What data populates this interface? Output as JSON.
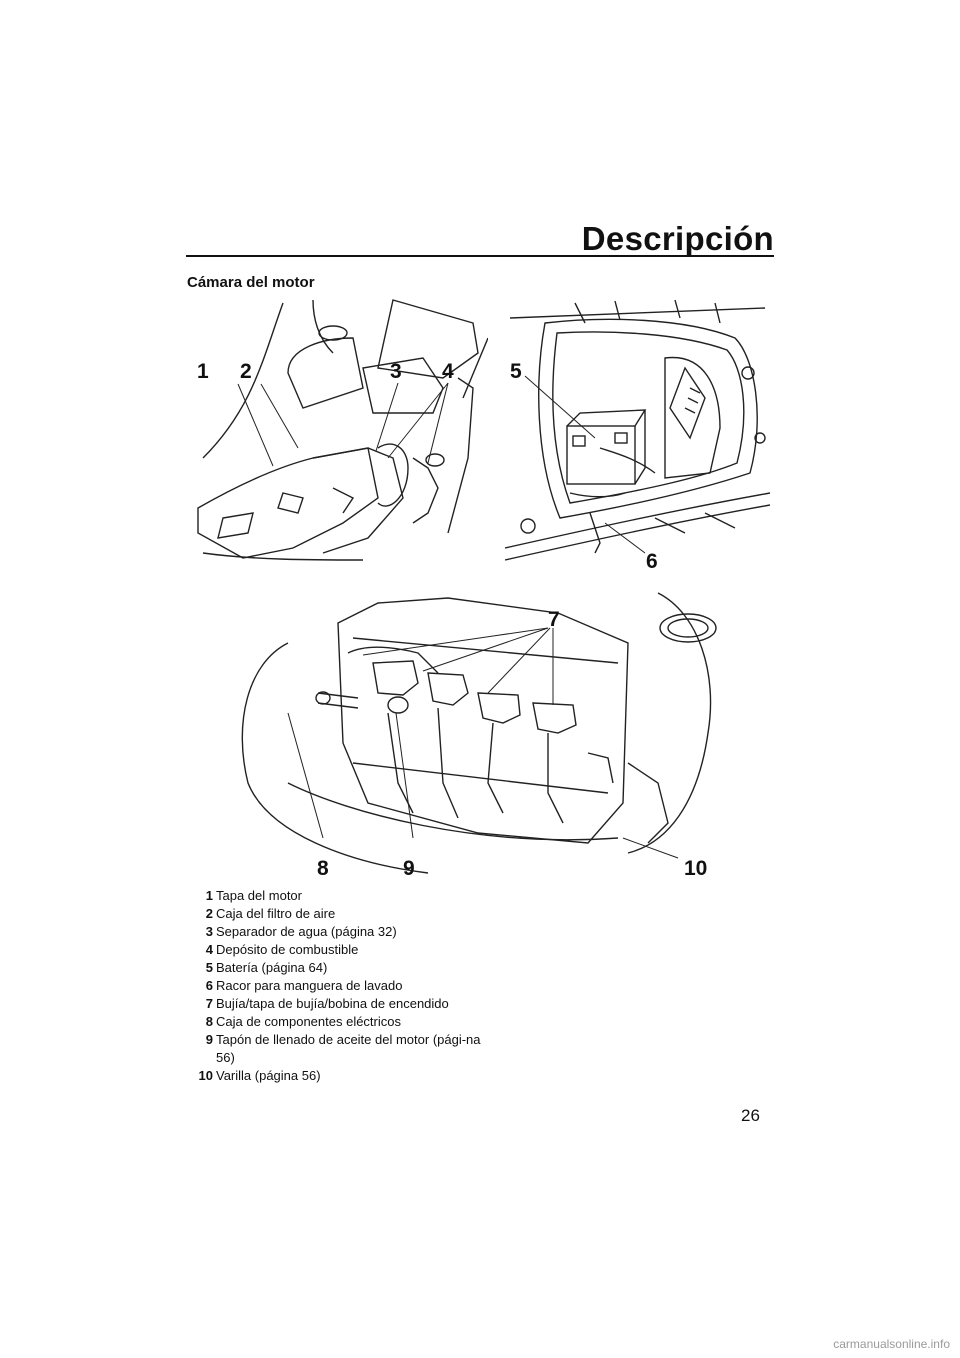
{
  "header": {
    "title": "Descripción"
  },
  "section": {
    "title": "Cámara del motor"
  },
  "figures": {
    "top_left": {
      "callouts": [
        "1",
        "2",
        "3",
        "4"
      ]
    },
    "top_right": {
      "callouts": [
        "5",
        "6"
      ]
    },
    "bottom": {
      "callouts": [
        "7",
        "8",
        "9",
        "10"
      ]
    }
  },
  "legend": [
    {
      "num": "1",
      "text": "Tapa del motor"
    },
    {
      "num": "2",
      "text": "Caja del filtro de aire"
    },
    {
      "num": "3",
      "text": "Separador de agua (página 32)"
    },
    {
      "num": "4",
      "text": "Depósito de combustible"
    },
    {
      "num": "5",
      "text": "Batería (página 64)"
    },
    {
      "num": "6",
      "text": "Racor para manguera de lavado"
    },
    {
      "num": "7",
      "text": "Bujía/tapa de bujía/bobina de encendido"
    },
    {
      "num": "8",
      "text": "Caja de componentes eléctricos"
    },
    {
      "num": "9",
      "text": "Tapón de llenado de aceite del motor (pági-na 56)"
    },
    {
      "num": "10",
      "text": "Varilla (página 56)"
    }
  ],
  "page_number": "26",
  "watermark": "carmanualsonline.info"
}
